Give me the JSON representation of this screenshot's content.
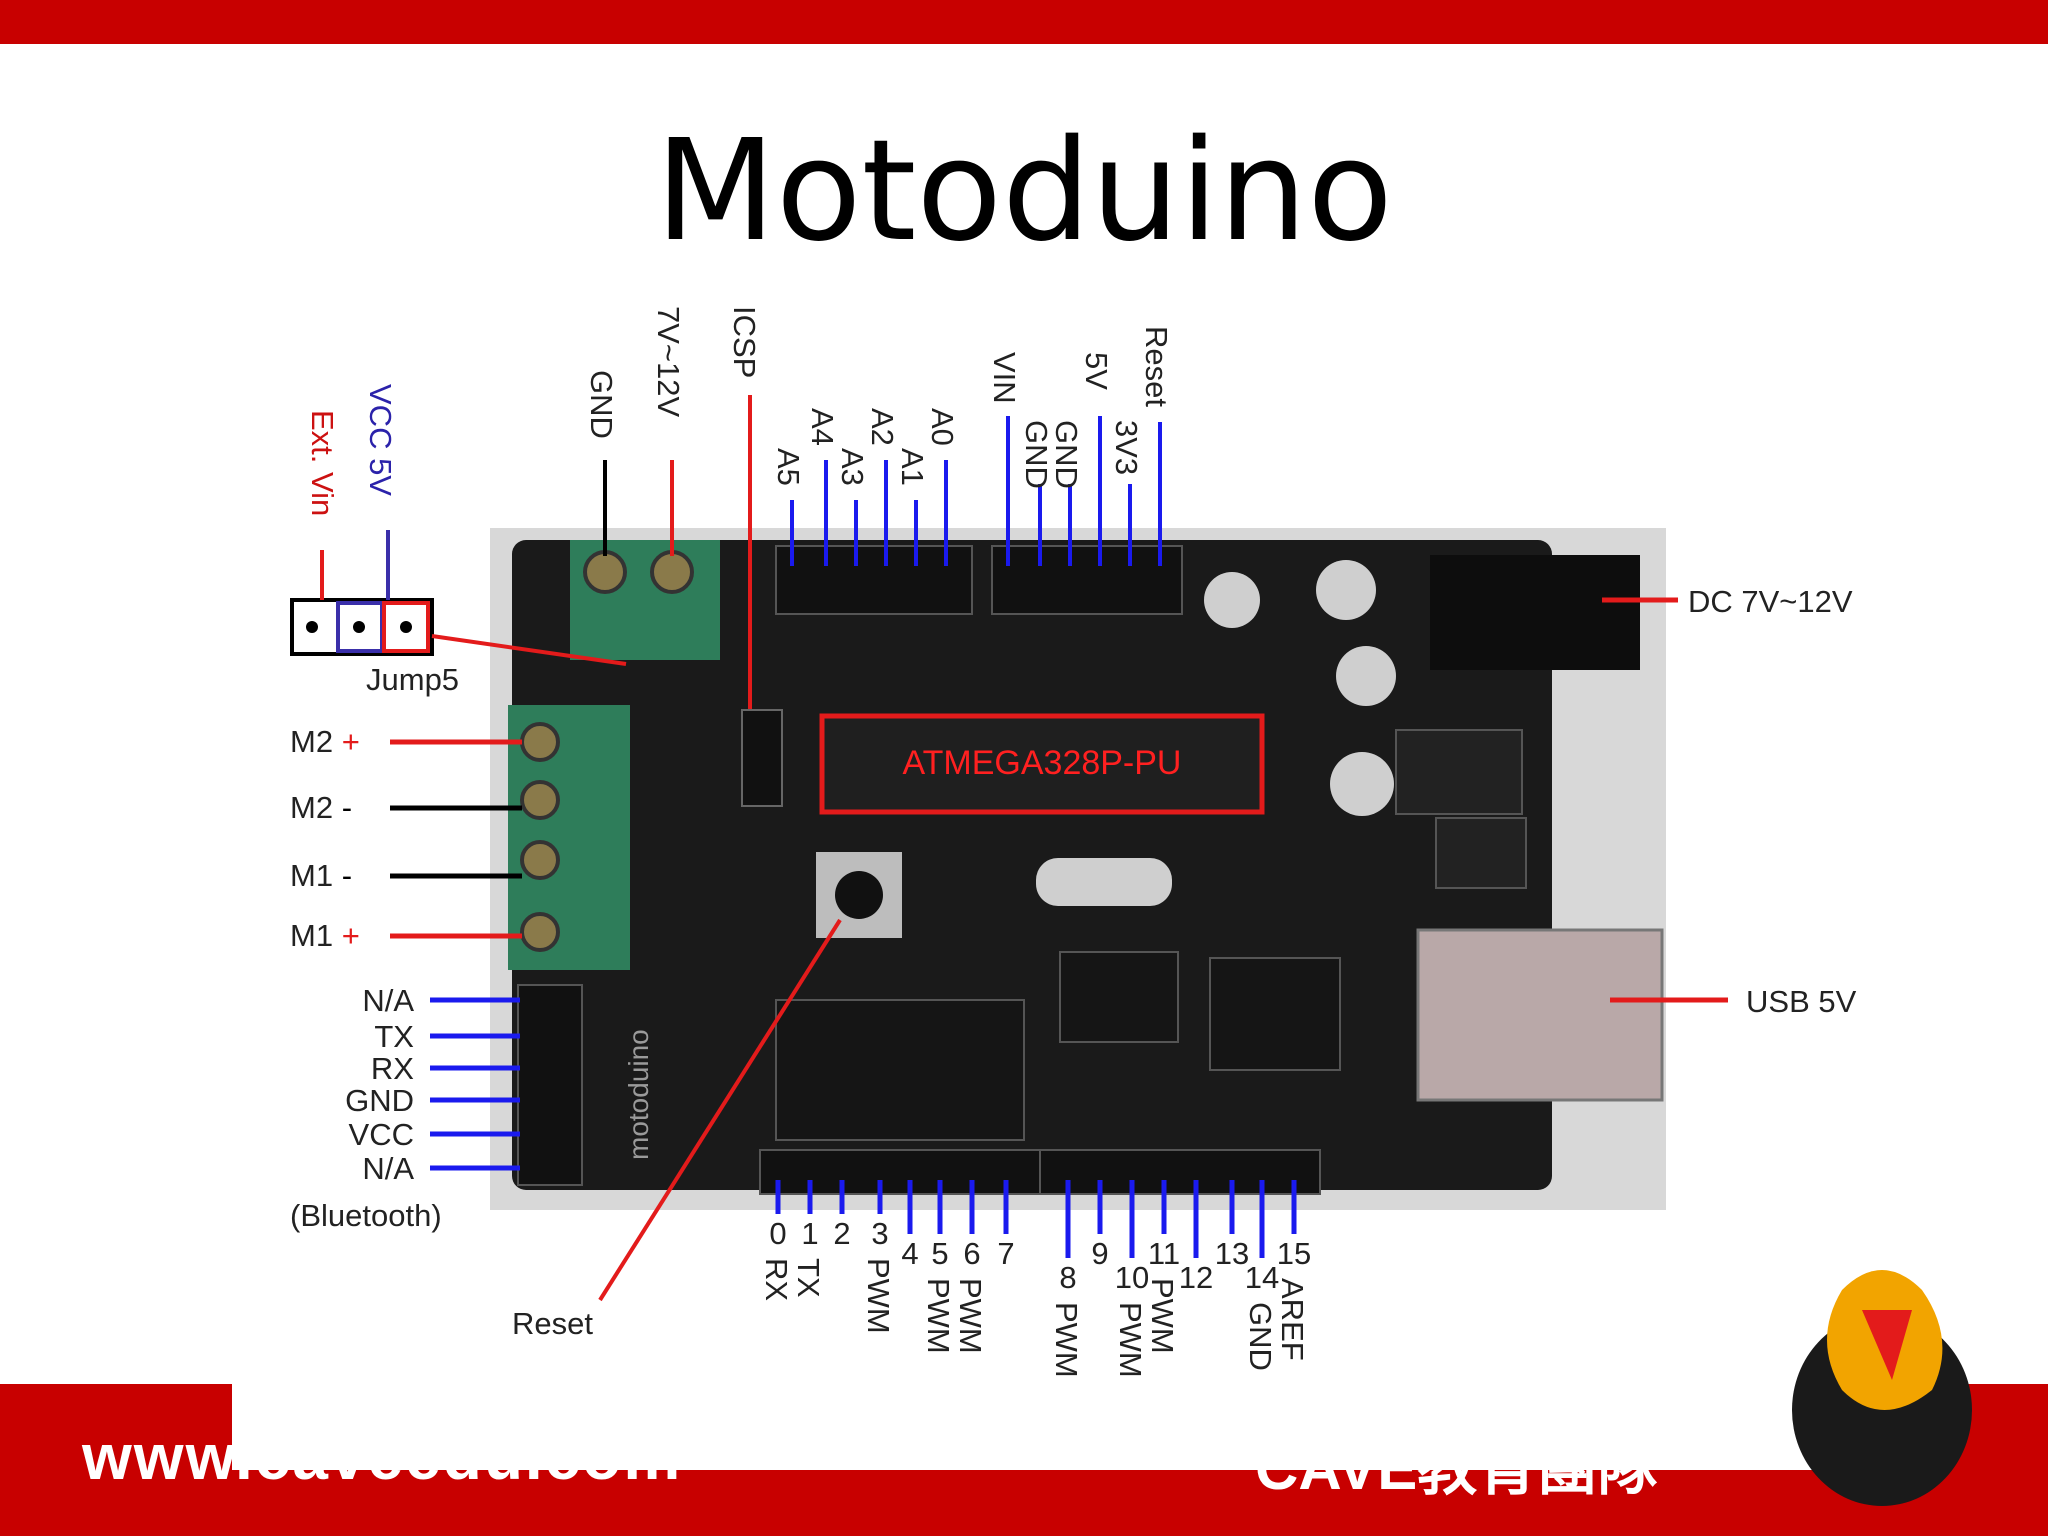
{
  "title": "Motoduino",
  "footer": {
    "left": "www.caveedu.com",
    "right": "CAVE教育團隊"
  },
  "chip_label": "ATMEGA328P-PU",
  "board_print": "motoduino",
  "jumper": {
    "ext_vin": "Ext. Vin",
    "vcc_5v": "VCC 5V",
    "name": "Jump5"
  },
  "top_power_terminal": [
    "GND",
    "7V~12V"
  ],
  "icsp": "ICSP",
  "analog_pins": [
    "A5",
    "A4",
    "A3",
    "A2",
    "A1",
    "A0"
  ],
  "power_pins": [
    "VIN",
    "GND",
    "GND",
    "5V",
    "3V3",
    "Reset"
  ],
  "right_labels": {
    "dc": "DC 7V~12V",
    "usb": "USB  5V"
  },
  "motor_labels": [
    {
      "name": "M2",
      "sign": "+"
    },
    {
      "name": "M2",
      "sign": "-"
    },
    {
      "name": "M1",
      "sign": "-"
    },
    {
      "name": "M1",
      "sign": "+"
    }
  ],
  "bluetooth_pins": [
    "N/A",
    "TX",
    "RX",
    "GND",
    "VCC",
    "N/A"
  ],
  "bluetooth_caption": "(Bluetooth)",
  "reset_label": "Reset",
  "digital_left": {
    "numbers": [
      "0",
      "1",
      "2",
      "3",
      "4",
      "5",
      "6",
      "7"
    ],
    "functions": [
      "RX",
      "TX",
      "",
      "PWM",
      "",
      "PWM",
      "PWM",
      ""
    ]
  },
  "digital_right": {
    "numbers": [
      "8",
      "9",
      "10",
      "11",
      "12",
      "13",
      "14",
      "15"
    ],
    "functions": [
      "PWM",
      "",
      "PWM",
      "PWM",
      "",
      "",
      "GND",
      "AREF"
    ]
  }
}
